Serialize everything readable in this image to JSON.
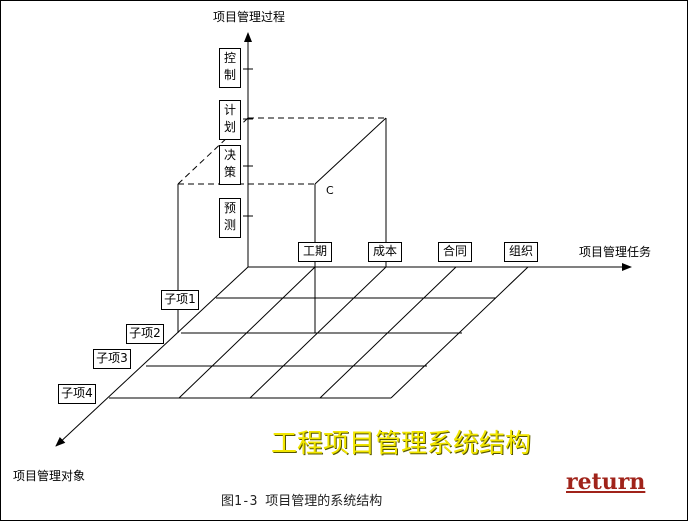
{
  "axes": {
    "process_axis_label": "项目管理过程",
    "task_axis_label": "项目管理任务",
    "object_axis_label": "项目管理对象"
  },
  "process_items": [
    {
      "chars": [
        "控",
        "制"
      ]
    },
    {
      "chars": [
        "计",
        "划"
      ]
    },
    {
      "chars": [
        "决",
        "策"
      ]
    },
    {
      "chars": [
        "预",
        "测"
      ]
    }
  ],
  "task_items": [
    "工期",
    "成本",
    "合同",
    "组织"
  ],
  "object_items": [
    "子项1",
    "子项2",
    "子项3",
    "子项4"
  ],
  "corner_label": "C",
  "title": "工程项目管理系统结构",
  "caption": "图1-3  项目管理的系统结构",
  "return_label": "return",
  "colors": {
    "title": "#f2e600",
    "return": "#a0231a",
    "lines": "#000000"
  }
}
